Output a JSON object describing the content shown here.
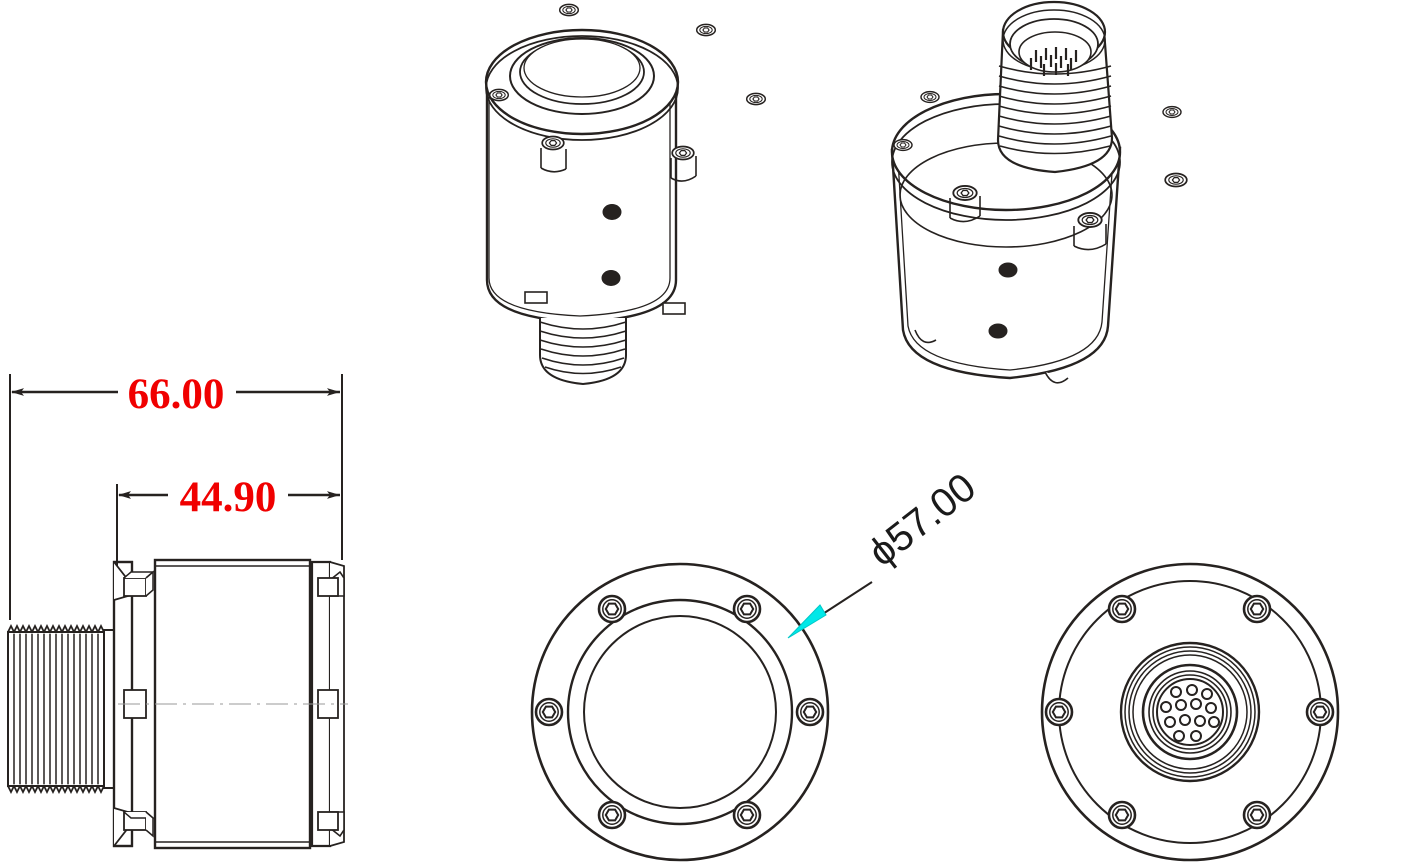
{
  "drawing": {
    "title": "Cylindrical Sensor Housing Technical Drawing",
    "background_color": "#ffffff",
    "line_color": "#262220",
    "dimension_text_color": "#f00000",
    "leader_arrow_color": "#00e8e8",
    "units": "mm"
  },
  "dimensions": {
    "overall_length": {
      "label": "66.00",
      "value": 66.0,
      "orientation": "horizontal",
      "color": "#f00000"
    },
    "body_length": {
      "label": "44.90",
      "value": 44.9,
      "orientation": "horizontal",
      "color": "#f00000"
    },
    "flange_diameter": {
      "label": "ϕ57.00",
      "symbol": "ϕ",
      "value": 57.0,
      "orientation": "rotated",
      "rotation_deg": -38,
      "color": "#1a1a1a",
      "leader_arrow_color": "#00e8e8"
    }
  },
  "views": {
    "side_view": {
      "name": "side-elevation-view",
      "features": [
        "threaded-nipple",
        "left-flange",
        "cylindrical-body",
        "right-flange"
      ],
      "thread_turns": 16
    },
    "iso_front": {
      "name": "isometric-front-view",
      "features": [
        "flange-ring",
        "bolt-bosses",
        "recessed-face",
        "body-shell",
        "threaded-nipple",
        "vent-holes"
      ],
      "bolt_count": 6,
      "vent_hole_count": 2
    },
    "iso_rear": {
      "name": "isometric-rear-view",
      "features": [
        "threaded-connector-boss",
        "connector-pins",
        "flange-ring",
        "bolt-bosses",
        "body-shell",
        "vent-holes"
      ],
      "bolt_count": 6,
      "vent_hole_count": 2
    },
    "front_face": {
      "name": "front-face-view",
      "features": [
        "outer-flange-circle",
        "bolt-circle",
        "mid-ring",
        "inner-bore"
      ],
      "bolt_count": 6
    },
    "rear_face": {
      "name": "rear-face-view",
      "features": [
        "outer-flange-circle",
        "bolt-circle",
        "connector-boss-rings",
        "connector-pins"
      ],
      "bolt_count": 6,
      "pin_count": 13
    }
  }
}
